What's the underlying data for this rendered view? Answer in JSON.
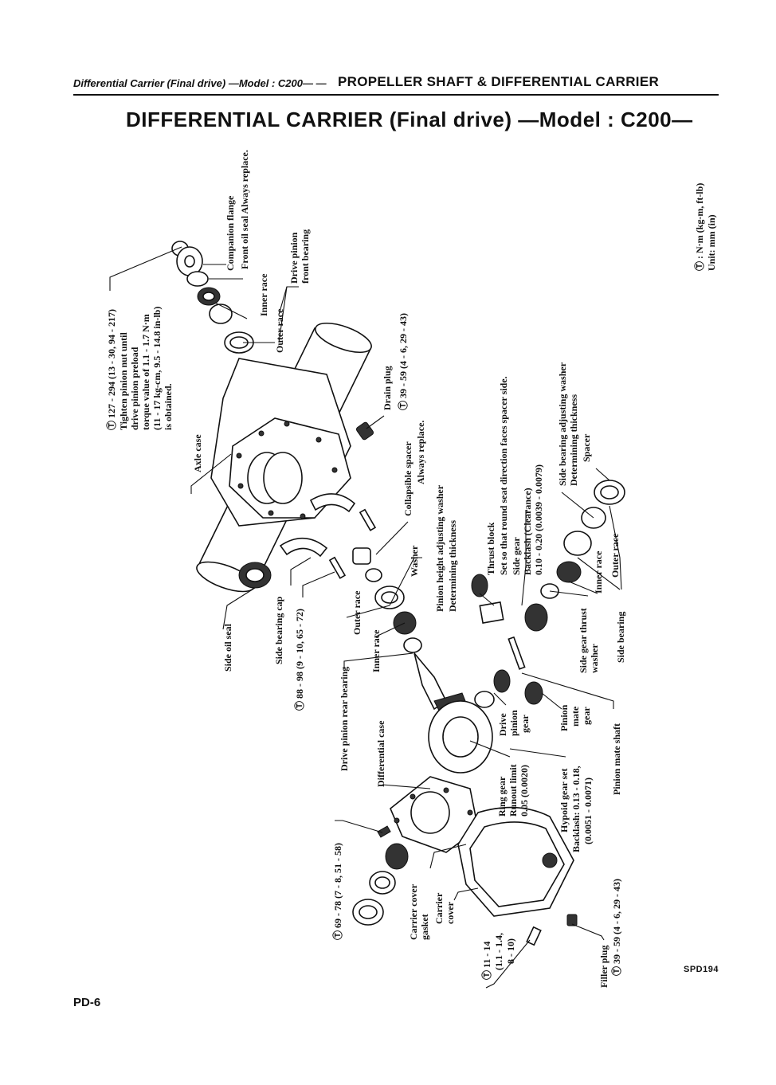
{
  "header": {
    "left": "Differential Carrier (Final drive) —Model : C200— —",
    "right": "PROPELLER SHAFT & DIFFERENTIAL CARRIER"
  },
  "title": "DIFFERENTIAL CARRIER (Final drive) —Model : C200—",
  "legend": {
    "torque": "Ⓣ : N·m (kg-m, ft-lb)",
    "unit": "Unit:  mm (in)"
  },
  "labels": {
    "companion_flange": "Companion flange",
    "front_oil_seal": "Front oil seal  Always replace.",
    "pinion_nut_torque": "Ⓣ 127 - 294 (13 - 30, 94 - 217)",
    "pinion_nut_note_1": "Tighten pinion nut until",
    "pinion_nut_note_2": "drive pinion preload",
    "pinion_nut_note_3": "torque value of 1.1 - 1.7 N·m",
    "pinion_nut_note_4": "(11 - 17 kg-cm, 9.5 - 14.8 in-lb)",
    "pinion_nut_note_5": "is obtained.",
    "inner_race_front": "Inner race",
    "outer_race_front": "Outer race",
    "drive_pinion_front_bearing_1": "Drive pinion",
    "drive_pinion_front_bearing_2": "front bearing",
    "drain_plug": "Drain plug",
    "drain_plug_torque": "Ⓣ 39 - 59 (4 - 6, 29 - 43)",
    "axle_case": "Axle case",
    "collapsible_spacer_1": "Collapsible spacer",
    "collapsible_spacer_2": "Always replace.",
    "thrust_block_1": "Thrust block",
    "thrust_block_2": "Set so that round seat direction faces spacer side.",
    "side_gear": "Side gear",
    "side_gear_backlash_1": "Backlash (Clearance)",
    "side_gear_backlash_2": "0.10 - 0.20 (0.0039 - 0.0079)",
    "side_bearing_washer_1": "Side bearing adjusting washer",
    "side_bearing_washer_2": "Determining thickness",
    "spacer": "Spacer",
    "pinion_height_washer_1": "Pinion height adjusting washer",
    "pinion_height_washer_2": "Determining thickness",
    "washer": "Washer",
    "outer_race_side": "Outer race",
    "inner_race_side": "Inner race",
    "side_gear_thrust_washer_1": "Side gear thrust",
    "side_gear_thrust_washer_2": "washer",
    "side_bearing": "Side bearing",
    "side_oil_seal": "Side oil seal",
    "side_bearing_cap": "Side bearing cap",
    "side_bearing_cap_torque": "Ⓣ 88 - 98 (9 - 10, 65 - 72)",
    "outer_race_rear": "Outer race",
    "inner_race_rear": "Inner race",
    "drive_pinion_rear_bearing": "Drive pinion rear bearing",
    "differential_case": "Differential case",
    "drive_pinion_gear_1": "Drive",
    "drive_pinion_gear_2": "pinion",
    "drive_pinion_gear_3": "gear",
    "pinion_mate_gear_1": "Pinion",
    "pinion_mate_gear_2": "mate",
    "pinion_mate_gear_3": "gear",
    "ring_gear_1": "Ring gear",
    "ring_gear_2": "Runout limit",
    "ring_gear_3": "0.05 (0.0020)",
    "hypoid_gear_set_1": "Hypoid gear set",
    "hypoid_gear_set_2": "Backlash: 0.13 - 0.18,",
    "hypoid_gear_set_3": "(0.0051 - 0.0071)",
    "pinion_mate_shaft": "Pinion mate shaft",
    "diff_case_torque": "Ⓣ 69 - 78 (7 - 8, 51 - 58)",
    "carrier_cover_gasket_1": "Carrier cover",
    "carrier_cover_gasket_2": "gasket",
    "carrier_cover_1": "Carrier",
    "carrier_cover_2": "cover",
    "cover_bolt_torque_1": "Ⓣ 11 - 14",
    "cover_bolt_torque_2": "(1.1 - 1.4,",
    "cover_bolt_torque_3": "8 - 10)",
    "filler_plug": "Filler plug",
    "filler_plug_torque": "Ⓣ 39 - 59 (4 - 6, 29 - 43)"
  },
  "figure_code": "SPD194",
  "page_number": "PD-6"
}
